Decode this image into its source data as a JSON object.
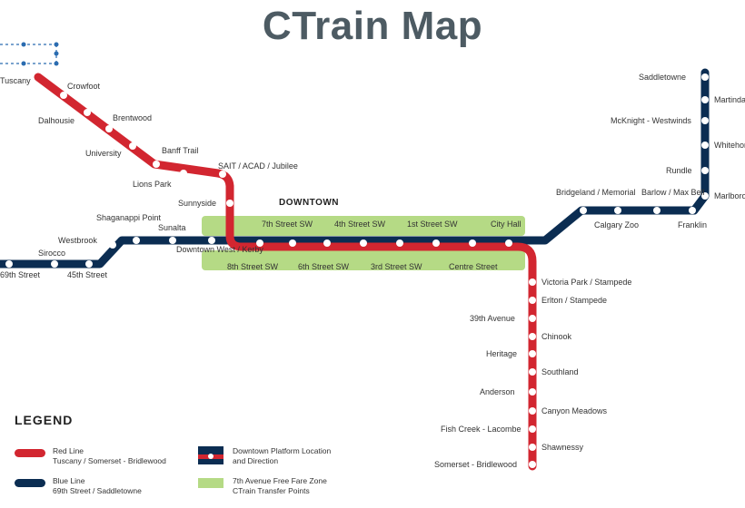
{
  "title": "CTrain Map",
  "downtown_label": "DOWNTOWN",
  "colors": {
    "red_line": "#d22630",
    "blue_line": "#0b2d52",
    "free_fare_zone": "#b5da85",
    "title": "#4d5b63"
  },
  "red_line_stations": [
    "Tuscany",
    "Crowfoot",
    "Dalhousie",
    "Brentwood",
    "University",
    "Banff Trail",
    "Lions Park",
    "SAIT / ACAD / Jubilee",
    "Sunnyside",
    "Victoria Park / Stampede",
    "Erlton / Stampede",
    "39th Avenue",
    "Chinook",
    "Heritage",
    "Southland",
    "Anderson",
    "Canyon Meadows",
    "Fish Creek - Lacombe",
    "Shawnessy",
    "Somerset - Bridlewood"
  ],
  "blue_line_stations": [
    "69th Street",
    "Sirocco",
    "45th Street",
    "Westbrook",
    "Shaganappi Point",
    "Sunalta",
    "Downtown West / Kerby",
    "Bridgeland / Memorial",
    "Calgary Zoo",
    "Barlow / Max Bell",
    "Franklin",
    "Marlborough",
    "Rundle",
    "Whitehorn",
    "McKnight - Westwinds",
    "Martindale",
    "Saddletowne"
  ],
  "downtown_platforms": [
    "7th Street SW",
    "4th Street SW",
    "1st Street SW",
    "City Hall",
    "8th Street SW",
    "6th Street SW",
    "3rd Street SW",
    "Centre Street"
  ],
  "legend": {
    "title": "LEGEND",
    "red_line": {
      "name": "Red Line",
      "route": "Tuscany / Somerset - Bridlewood"
    },
    "blue_line": {
      "name": "Blue Line",
      "route": "69th Street / Saddletowne"
    },
    "downtown_platform": {
      "line1": "Downtown Platform Location",
      "line2": "and Direction"
    },
    "free_fare_zone": {
      "line1": "7th Avenue Free Fare Zone",
      "line2": "CTrain Transfer Points"
    }
  }
}
